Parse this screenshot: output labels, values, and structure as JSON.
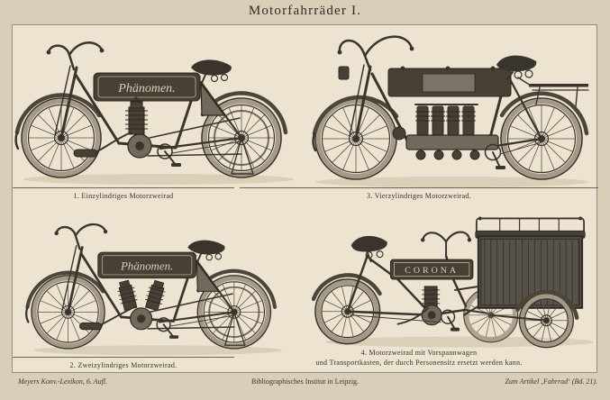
{
  "page": {
    "title": "Motorfahrräder I.",
    "figures": {
      "fig1": {
        "caption": "1. Einzylindriges Motorzweirad",
        "tank_label": "Phänomen."
      },
      "fig2": {
        "caption": "2. Zweizylindriges Motorzweirad.",
        "tank_label": "Phänomen."
      },
      "fig3": {
        "caption": "3. Vierzylindriges Motorzweirad."
      },
      "fig4": {
        "caption_line1": "4. Motorzweirad mit Vorspannwagen",
        "caption_line2": "und Transportkasten, der durch Personensitz ersetzt werden kann.",
        "tank_label": "CORONA"
      }
    },
    "imprint": {
      "left": "Meyers Konv.-Lexikon, 6. Aufl.",
      "center": "Bibliographisches Institut in Leipzig.",
      "right": "Zum Artikel ‚Fahrrad‘ (Bd. 21)."
    },
    "colors": {
      "paper_outer": "#d9cfb8",
      "paper_inner": "#ece4d1",
      "ink": "#3a352c"
    }
  }
}
